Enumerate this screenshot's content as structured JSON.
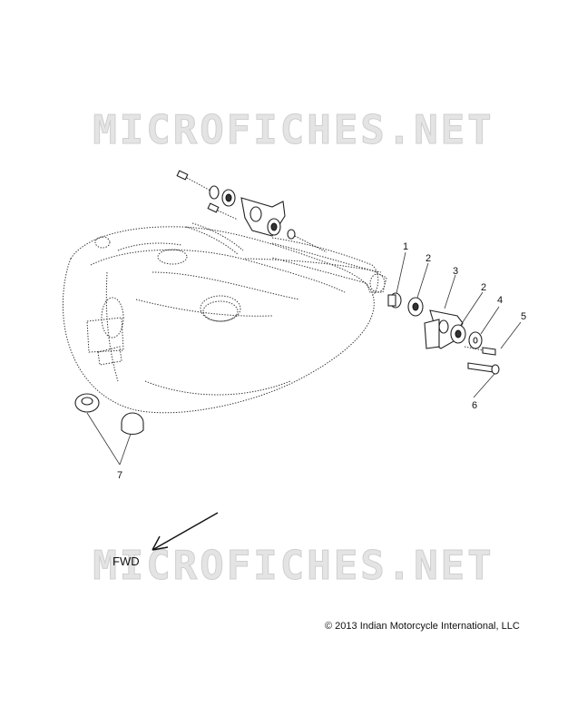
{
  "watermark": "MICROFICHES.NET",
  "callouts": [
    "1",
    "2",
    "3",
    "2",
    "4",
    "5",
    "6",
    "7"
  ],
  "direction_label": "FWD",
  "copyright_symbol": "©",
  "copyright_text": "2013 Indian Motorcycle International, LLC"
}
